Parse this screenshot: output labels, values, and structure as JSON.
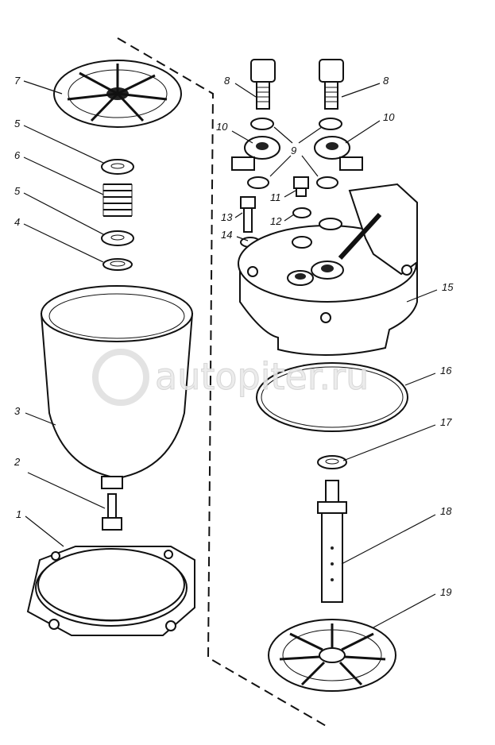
{
  "watermark": "autopiter.ru",
  "labels": {
    "l7": "7",
    "l5a": "5",
    "l6": "6",
    "l5b": "5",
    "l4": "4",
    "l3": "3",
    "l2": "2",
    "l1": "1",
    "l8a": "8",
    "l8b": "8",
    "l10a": "10",
    "l10b": "10",
    "l9": "9",
    "l11": "11",
    "l12": "12",
    "l13": "13",
    "l14": "14",
    "l15": "15",
    "l16": "16",
    "l17": "17",
    "l18": "18",
    "l19": "19"
  }
}
